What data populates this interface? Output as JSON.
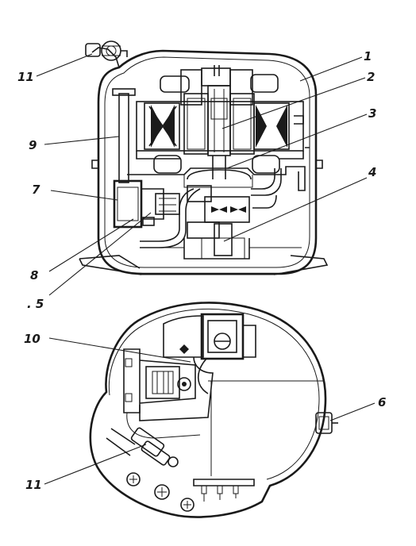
{
  "figure": {
    "callouts": {
      "c1": "1",
      "c2": "2",
      "c3": "3",
      "c4": "4",
      "c5": ". 5",
      "c6": "6",
      "c7": "7",
      "c8": "8",
      "c9": "9",
      "c10": "10",
      "c11_top": "11",
      "c11_bottom": "11"
    }
  }
}
